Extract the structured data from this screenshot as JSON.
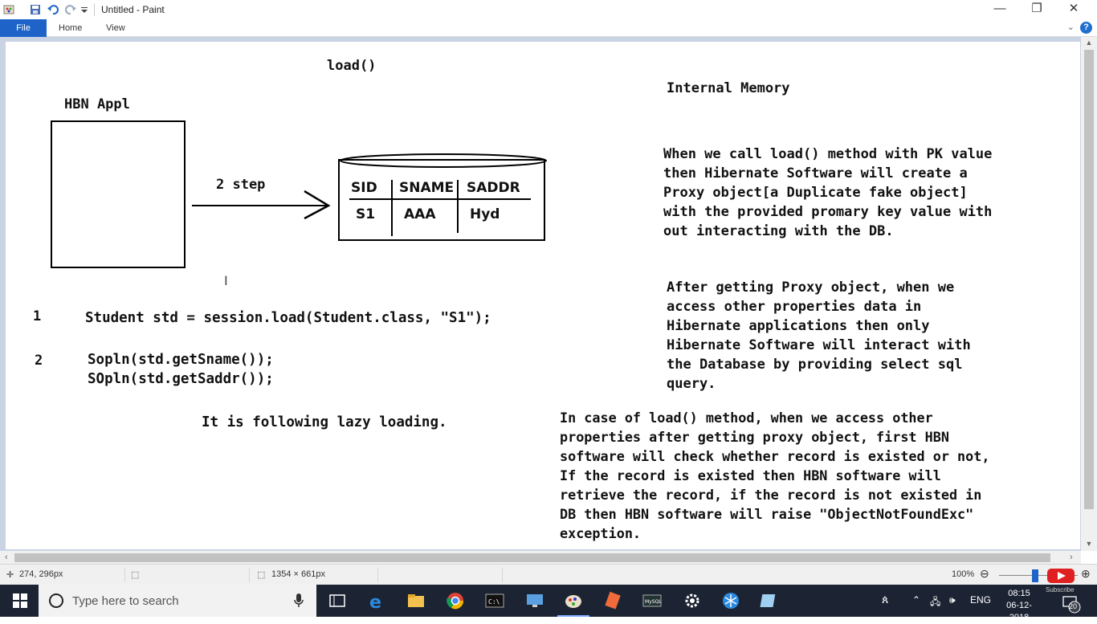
{
  "window": {
    "title": "Untitled - Paint",
    "minimize": "—",
    "maximize": "❐",
    "close": "✕"
  },
  "ribbon": {
    "tabs": [
      "File",
      "Home",
      "View"
    ],
    "help": "?"
  },
  "canvas": {
    "load_heading": "load()",
    "internal_memory": "Internal Memory",
    "hbn_appl": "HBN Appl",
    "step_label": "2 step",
    "db_table": {
      "headers": [
        "SID",
        "SNAME",
        "SADDR"
      ],
      "row": [
        "S1",
        "AAA",
        "Hyd"
      ]
    },
    "code": {
      "line1_num": "1",
      "line1": "Student std = session.load(Student.class, \"S1\");",
      "line2_num": "2",
      "line2a": "Sopln(std.getSname());",
      "line2b": "SOpln(std.getSaddr());"
    },
    "lazy": "It is following lazy loading.",
    "para1": [
      "When we call load() method with PK value",
      "then Hibernate Software will create a",
      "Proxy object[a Duplicate fake object]",
      "with the provided promary key value with",
      "out interacting with the DB."
    ],
    "para2": [
      "After getting Proxy object, when we",
      "access other properties data in",
      "Hibernate applications then only",
      "Hibernate Software will interact with",
      "the Database by providing select sql",
      "query."
    ],
    "para3": [
      "In case of load() method, when we access other",
      "properties after getting proxy object, first HBN",
      "software will check whether record is existed or not,",
      "If the record is existed then HBN software will",
      "retrieve the record, if the record is not existed in",
      "DB then HBN software will raise \"ObjectNotFoundExc\"",
      "exception."
    ]
  },
  "statusbar": {
    "cursor_pos": "274, 296px",
    "canvas_size": "1354 × 661px",
    "zoom": "100%"
  },
  "taskbar": {
    "search_placeholder": "Type here to search",
    "lang": "ENG",
    "time": "08:15",
    "date": "06-12-2018",
    "notif_count": "20",
    "subscribe": "Subscribe"
  },
  "colors": {
    "accent": "#1e64c8",
    "taskbar": "#1c2433"
  }
}
